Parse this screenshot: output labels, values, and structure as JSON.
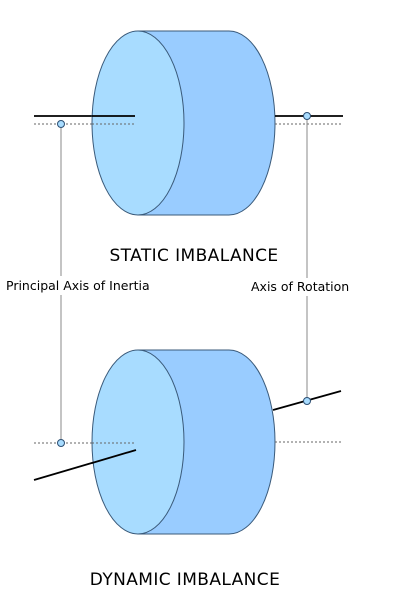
{
  "labels": {
    "static_title": "STATIC IMBALANCE",
    "dynamic_title": "DYNAMIC IMBALANCE",
    "principal_axis": "Principal Axis of Inertia",
    "rotation_axis": "Axis of Rotation"
  },
  "colors": {
    "cylinder_body": "#99ccff",
    "cylinder_face": "#a8dcff",
    "outline": "#3a5a7a",
    "axis_line": "#000000",
    "leader_line": "#888888",
    "marker_fill": "#a8dcff",
    "marker_stroke": "#2c4f73",
    "text": "#000000"
  }
}
